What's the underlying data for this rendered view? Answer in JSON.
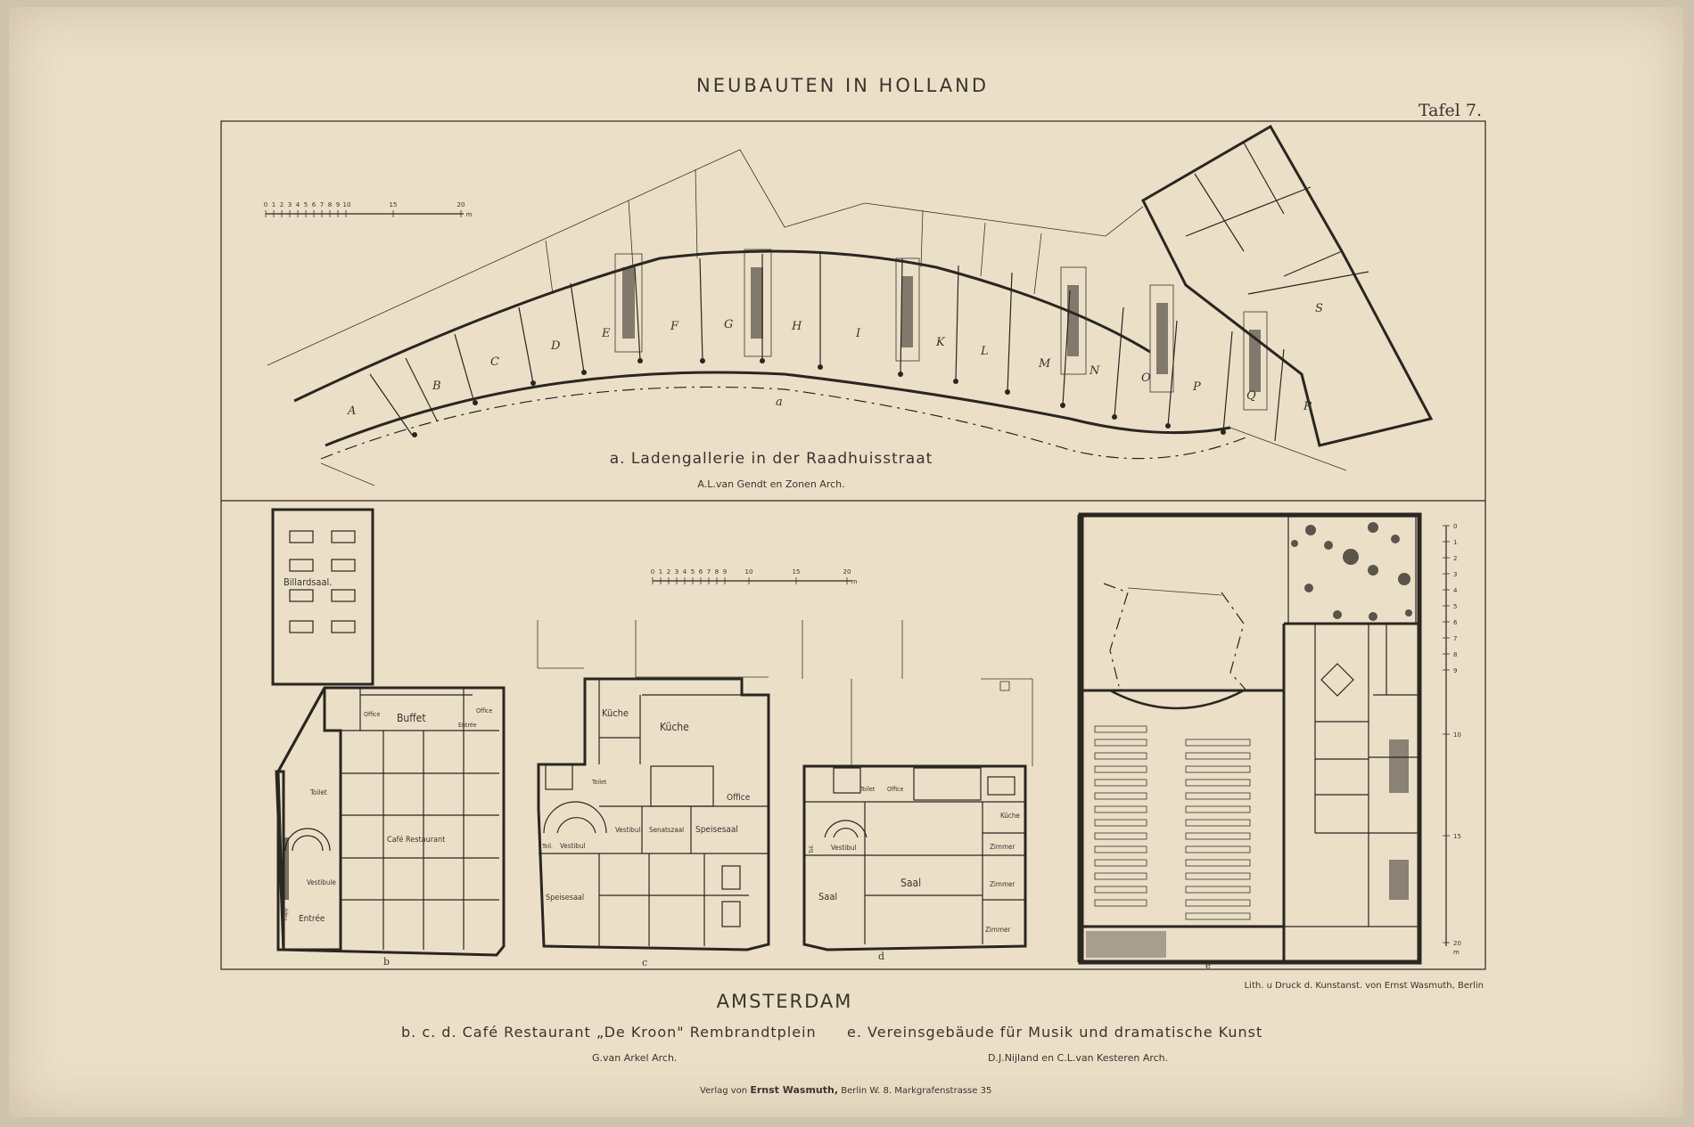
{
  "header": {
    "title": "NEUBAUTEN IN HOLLAND",
    "plate": "Tafel 7."
  },
  "plan_a": {
    "title": "a. Ladengallerie in der Raadhuisstraat",
    "architect": "A.L.van Gendt en Zonen Arch.",
    "marker": "a",
    "units": [
      "A",
      "B",
      "C",
      "D",
      "E",
      "F",
      "G",
      "H",
      "I",
      "K",
      "L",
      "M",
      "N",
      "O",
      "P",
      "Q",
      "R",
      "S"
    ]
  },
  "scale_top": {
    "ticks": [
      "0",
      "1",
      "2",
      "3",
      "4",
      "5",
      "6",
      "7",
      "8",
      "9",
      "10",
      "15",
      "20"
    ],
    "unit": "m"
  },
  "scale_mid": {
    "ticks": [
      "0",
      "1",
      "2",
      "3",
      "4",
      "5",
      "6",
      "7",
      "8",
      "9",
      "10",
      "15",
      "20"
    ],
    "unit": "m"
  },
  "scale_right": {
    "ticks": [
      "0",
      "1",
      "2",
      "3",
      "4",
      "5",
      "6",
      "7",
      "8",
      "9",
      "10",
      "15",
      "20"
    ],
    "unit": "m"
  },
  "plan_b": {
    "marker": "b",
    "rooms": {
      "billard": "Billardsaal.",
      "buffet": "Buffet",
      "office1": "Office",
      "office2": "Office",
      "entree_top": "Entrée",
      "toilet": "Toilet",
      "cafe": "Café Restaurant",
      "vestibule": "Vestibule",
      "entree": "Entrée",
      "side": "Trapp"
    }
  },
  "plan_c": {
    "marker": "c",
    "rooms": {
      "kueche1": "Küche",
      "kueche2": "Küche",
      "toilet": "Toilet",
      "office": "Office",
      "toilet2": "Toil.",
      "vestibul1": "Vestibul",
      "vestibul2": "Vestibul",
      "senatszaal": "Senatszaal",
      "speisesaal1": "Speisesaal",
      "speisesaal2": "Speisesaal"
    }
  },
  "plan_d": {
    "marker": "d",
    "rooms": {
      "toilet": "Toilet",
      "office": "Office",
      "kueche": "Küche",
      "vestibul": "Vestibul",
      "toil": "Toil.",
      "zimmer1": "Zimmer",
      "zimmer2": "Zimmer",
      "zimmer3": "Zimmer",
      "saal1": "Saal",
      "saal2": "Saal"
    }
  },
  "plan_e": {
    "marker": "e"
  },
  "footer": {
    "printer": "Lith. u Druck d. Kunstanst. von Ernst Wasmuth, Berlin",
    "city": "AMSTERDAM",
    "caption_bcd": "b. c. d. Café Restaurant „De Kroon\" Rembrandtplein",
    "caption_e": "e. Vereinsgebäude für Musik und dramatische Kunst",
    "arch_bcd": "G.van Arkel Arch.",
    "arch_e": "D.J.Nijland en C.L.van Kesteren Arch.",
    "publisher_pre": "Verlag von",
    "publisher_name": "Ernst Wasmuth,",
    "publisher_post": "Berlin W. 8. Markgrafenstrasse 35"
  }
}
